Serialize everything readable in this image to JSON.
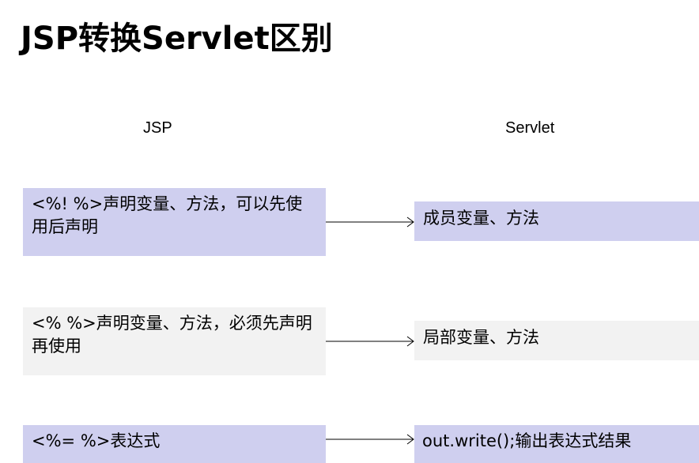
{
  "title": "JSP转换Servlet区别",
  "columns": {
    "left": "JSP",
    "right": "Servlet"
  },
  "rows": [
    {
      "jsp": "<%!   %>声明变量、方法，可以先使用后声明",
      "servlet": "成员变量、方法",
      "style": "purple"
    },
    {
      "jsp": "<%    %>声明变量、方法，必须先声明再使用",
      "servlet": "局部变量、方法",
      "style": "gray"
    },
    {
      "jsp": "<%=   %>表达式",
      "servlet": "out.write();输出表达式结果",
      "style": "purple"
    }
  ],
  "colors": {
    "purple": "#cfcfef",
    "gray": "#f2f2f2"
  }
}
